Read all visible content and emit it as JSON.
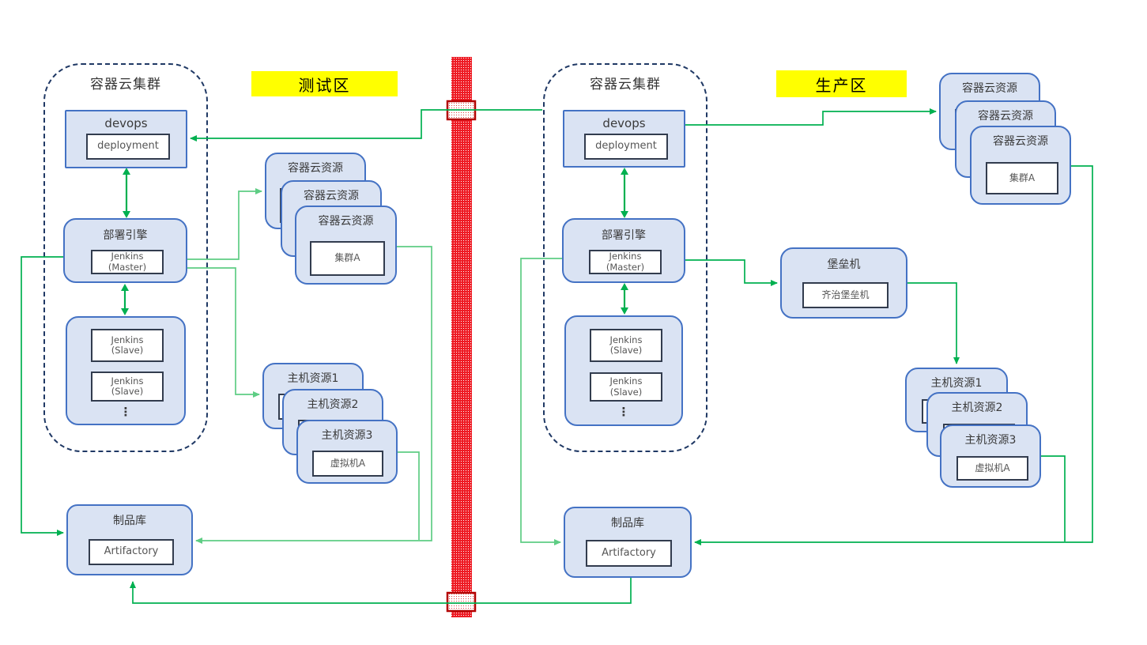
{
  "diagram": {
    "test_zone": {
      "zone_label": "测试区",
      "cluster_title": "容器云集群",
      "devops": {
        "title": "devops",
        "inner": "deployment"
      },
      "engine": {
        "title": "部署引擎",
        "inner_line1": "Jenkins",
        "inner_line2": "(Master)"
      },
      "slaves": {
        "node1_line1": "Jenkins",
        "node1_line2": "(Slave)",
        "node2_line1": "Jenkins",
        "node2_line2": "(Slave)",
        "ellipsis": "⋮"
      },
      "artifact_repo": {
        "title": "制品库",
        "inner": "Artifactory"
      },
      "cloud_stack": {
        "labels": [
          "容器云资源",
          "容器云资源",
          "容器云资源"
        ],
        "front_inner": "集群A"
      },
      "host_stack": {
        "labels": [
          "主机资源1",
          "主机资源2",
          "主机资源3"
        ],
        "front_inner": "虚拟机A"
      }
    },
    "prod_zone": {
      "zone_label": "生产区",
      "cluster_title": "容器云集群",
      "devops": {
        "title": "devops",
        "inner": "deployment"
      },
      "engine": {
        "title": "部署引擎",
        "inner_line1": "Jenkins",
        "inner_line2": "(Master)"
      },
      "slaves": {
        "node1_line1": "Jenkins",
        "node1_line2": "(Slave)",
        "node2_line1": "Jenkins",
        "node2_line2": "(Slave)",
        "ellipsis": "⋮"
      },
      "artifact_repo": {
        "title": "制品库",
        "inner": "Artifactory"
      },
      "bastion": {
        "title": "堡垒机",
        "inner": "齐治堡垒机"
      },
      "cloud_stack": {
        "labels": [
          "容器云资源",
          "容器云资源",
          "容器云资源"
        ],
        "front_inner": "集群A"
      },
      "host_stack": {
        "labels": [
          "主机资源1",
          "主机资源2",
          "主机资源3"
        ],
        "front_inner": "虚拟机A"
      }
    },
    "colors": {
      "card_fill": "#dae3f3",
      "card_border": "#4472c4",
      "inner_border": "#323c4e",
      "dashed_border": "#1f3864",
      "arrow_green": "#00b050",
      "arrow_green_light": "#5ecd84",
      "firewall_red": "#ee1c25",
      "crossing_border": "#b30000",
      "zone_yellow": "#ffff00"
    }
  }
}
